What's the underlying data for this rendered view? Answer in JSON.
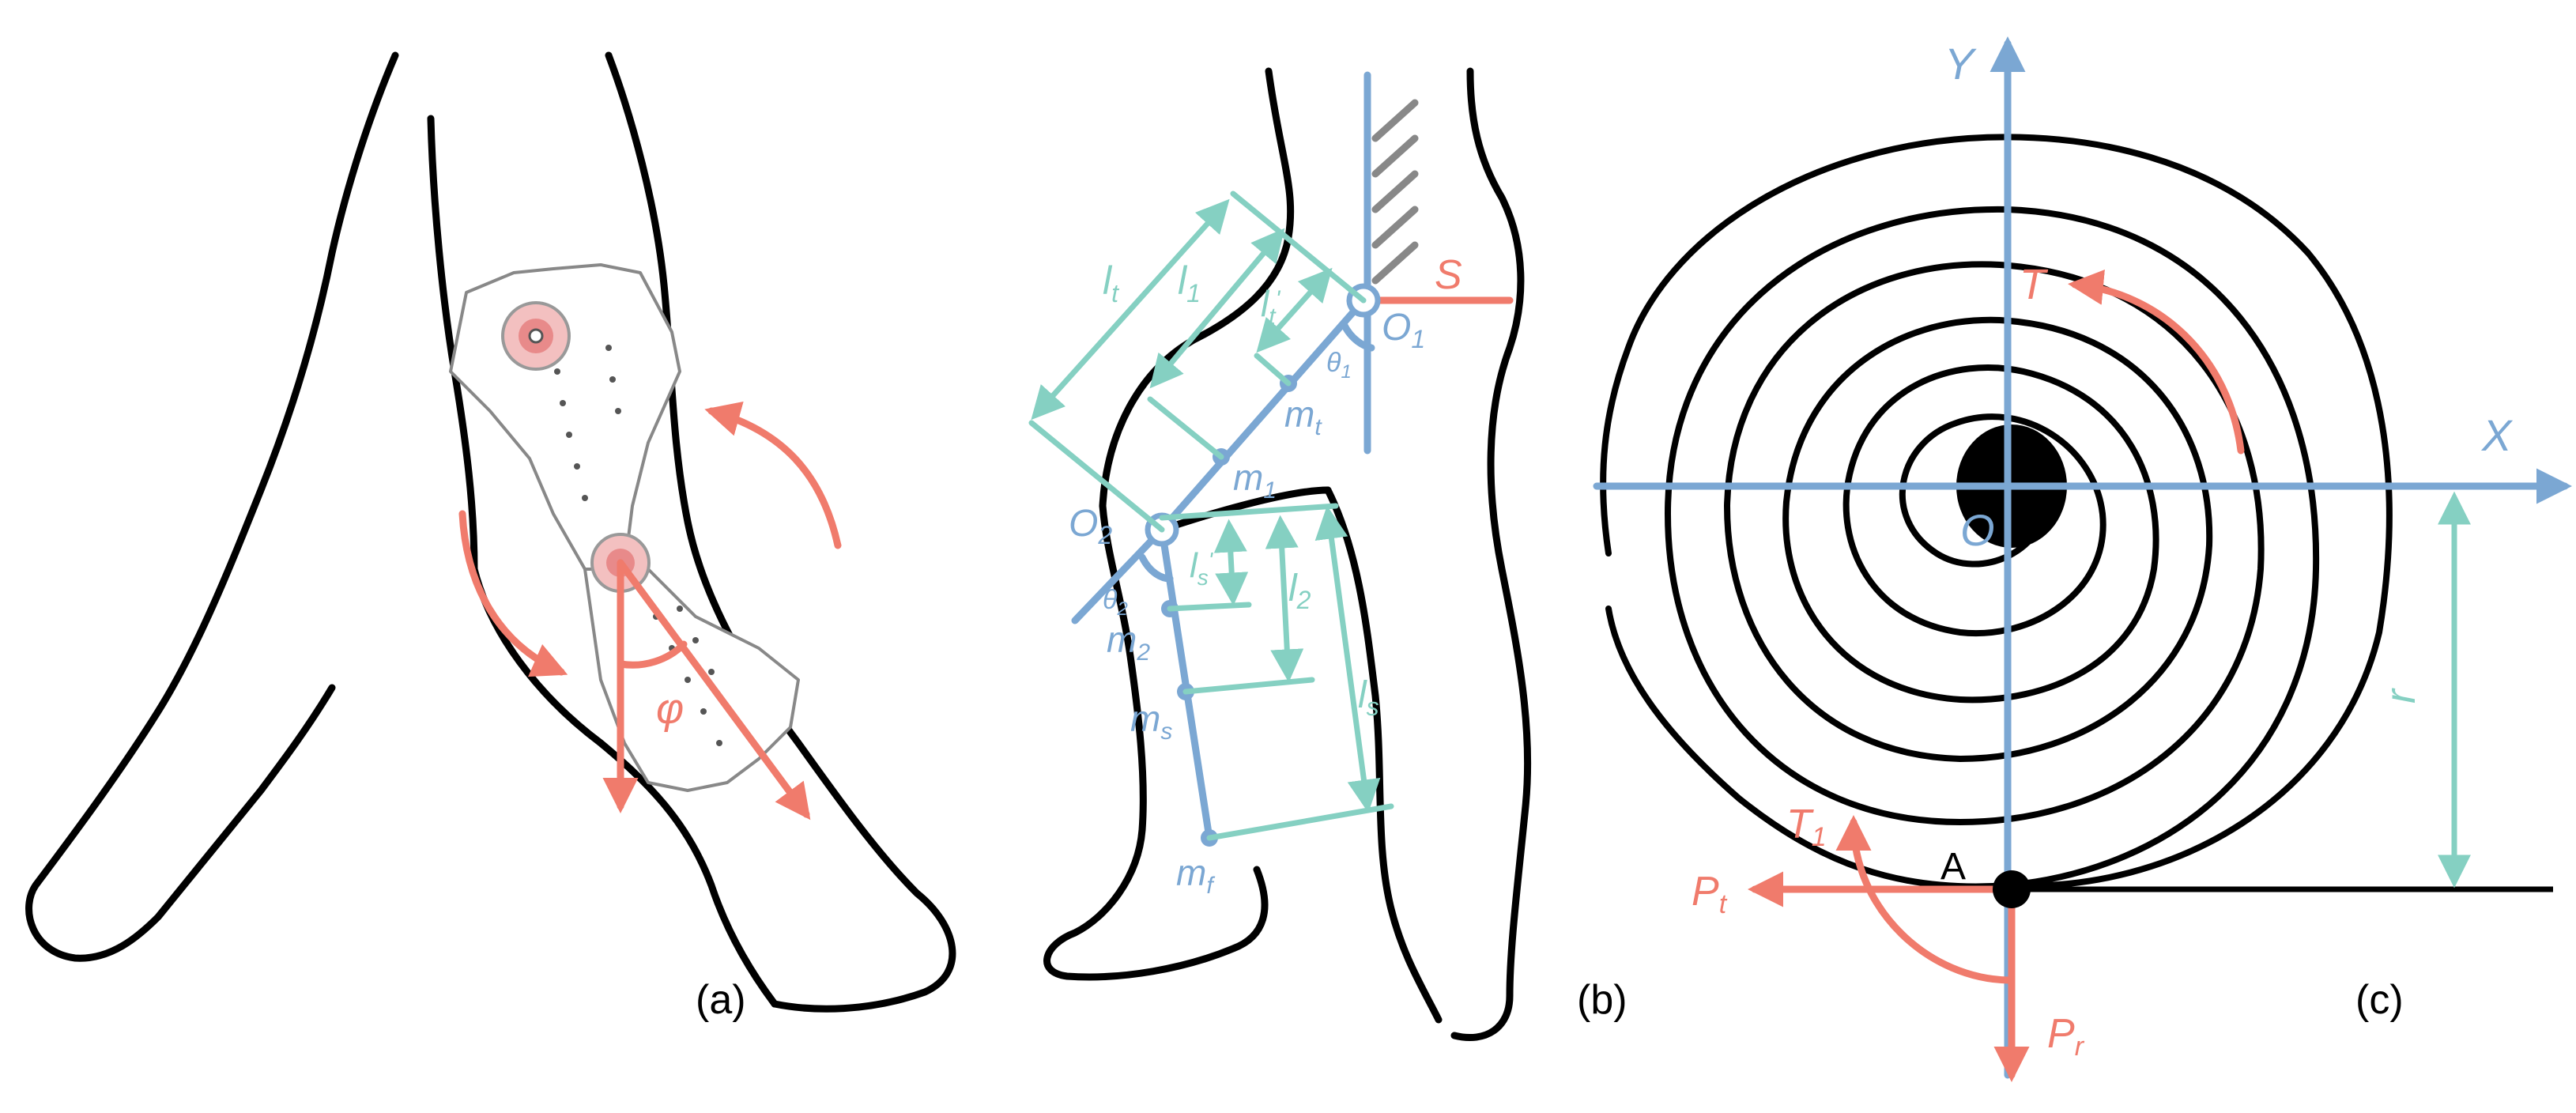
{
  "panel_a": {
    "caption": "(a)",
    "angle_label": "φ"
  },
  "panel_b": {
    "caption": "(b)",
    "labels": {
      "lt": "l",
      "lt_sub": "t",
      "l1": "l",
      "l1_sub": "1",
      "l1p": "l",
      "l1p_sub": "t",
      "l1p_prime": "'",
      "s": "S",
      "o1": "O",
      "o1_sub": "1",
      "theta1": "θ",
      "theta1_sub": "1",
      "mt": "m",
      "mt_sub": "t",
      "m1": "m",
      "m1_sub": "1",
      "o2": "O",
      "o2_sub": "2",
      "lsp": "l",
      "lsp_sub": "s",
      "lsp_prime": "'",
      "l2": "l",
      "l2_sub": "2",
      "theta2": "θ",
      "theta2_sub": "2",
      "m2": "m",
      "m2_sub": "2",
      "ms": "m",
      "ms_sub": "s",
      "ls": "l",
      "ls_sub": "s",
      "mf": "m",
      "mf_sub": "f"
    }
  },
  "panel_c": {
    "caption": "(c)",
    "labels": {
      "y": "Y",
      "x": "X",
      "o": "O",
      "t": "T",
      "t1": "T",
      "t1_sub": "1",
      "a": "A",
      "pt": "P",
      "pt_sub": "t",
      "pr": "P",
      "pr_sub": "r",
      "r": "r"
    }
  },
  "colors": {
    "outline": "#000000",
    "red": "#f07b6c",
    "blue": "#7ba7d3",
    "teal": "#85d0c2"
  }
}
